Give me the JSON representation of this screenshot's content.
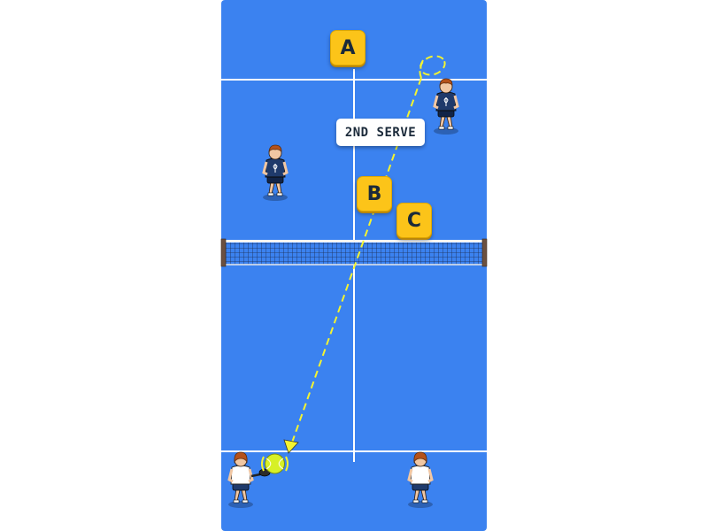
{
  "game": {
    "serve_label": "2ND SERVE",
    "targets": [
      {
        "id": "A",
        "label": "A"
      },
      {
        "id": "B",
        "label": "B"
      },
      {
        "id": "C",
        "label": "C"
      }
    ]
  },
  "colors": {
    "court": "#3b82f0",
    "lines": "#ffffff",
    "badge": "#fcc419",
    "trajectory": "#f4f430",
    "ball": "#d7f026",
    "far_team_shirt": "#1f3a6b",
    "near_team_shirt": "#ffffff"
  },
  "players": {
    "far_team": [
      {
        "name": "far-left-player",
        "shirt": "navy"
      },
      {
        "name": "far-right-player",
        "shirt": "navy"
      }
    ],
    "near_team": [
      {
        "name": "near-left-player",
        "shirt": "white",
        "holding": "racket"
      },
      {
        "name": "near-right-player",
        "shirt": "white"
      }
    ]
  }
}
